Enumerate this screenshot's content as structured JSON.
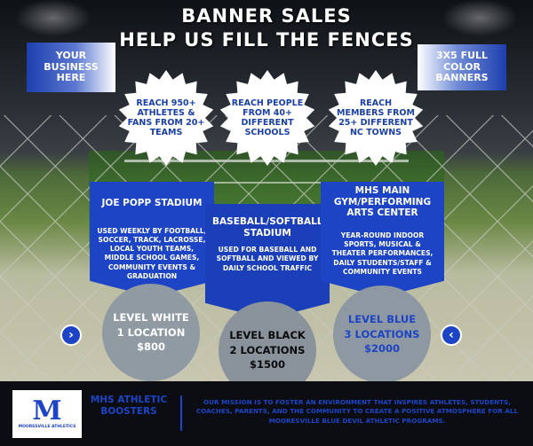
{
  "title_line1": "BANNER SALES",
  "title_line2": "HELP US FILL THE FENCES",
  "corner_left": "YOUR BUSINESS HERE",
  "corner_right": "3X5 FULL COLOR BANNERS",
  "bursts": [
    {
      "text": "REACH 950+ ATHLETES & FANS FROM 20+ TEAMS"
    },
    {
      "text": "REACH PEOPLE FROM 40+ DIFFERENT SCHOOLS"
    },
    {
      "text": "REACH MEMBERS FROM 25+ DIFFERENT NC TOWNS"
    }
  ],
  "venues": [
    {
      "title": "JOE POPP STADIUM",
      "desc": "USED WEEKLY BY FOOTBALL, SOCCER, TRACK, LACROSSE, LOCAL YOUTH TEAMS, MIDDLE SCHOOL GAMES, COMMUNITY EVENTS & GRADUATION"
    },
    {
      "title": "BASEBALL/SOFTBALL STADIUM",
      "desc": "USED FOR BASEBALL AND SOFTBALL AND VIEWED BY DAILY SCHOOL TRAFFIC"
    },
    {
      "title": "MHS MAIN GYM/PERFORMING ARTS CENTER",
      "desc": "YEAR-ROUND INDOOR SPORTS, MUSICAL & THEATER PERFORMANCES, DAILY STUDENTS/STAFF & COMMUNITY EVENTS"
    }
  ],
  "levels": [
    {
      "name": "LEVEL WHITE",
      "locations": "1 LOCATION",
      "price": "$800"
    },
    {
      "name": "LEVEL BLACK",
      "locations": "2 LOCATIONS",
      "price": "$1500"
    },
    {
      "name": "LEVEL BLUE",
      "locations": "3 LOCATIONS",
      "price": "$2000"
    }
  ],
  "logo": {
    "letter": "M",
    "text": "MOORESVILLE ATHLETICS"
  },
  "boosters": "MHS ATHLETIC BOOSTERS",
  "mission": "OUR MISSION IS TO FOSTER AN ENVIRONMENT THAT INSPIRES ATHLETES, STUDENTS, COACHES, PARENTS, AND THE COMMUNITY TO CREATE A POSITIVE ATMOSPHERE FOR ALL MOORESVILLE BLUE DEVIL ATHLETIC PROGRAMS.",
  "colors": {
    "brand_blue": "#1d44c4",
    "footer_bg": "#0b0d12"
  },
  "icons": {
    "prev": "chevron-right-icon",
    "next": "chevron-left-icon"
  }
}
